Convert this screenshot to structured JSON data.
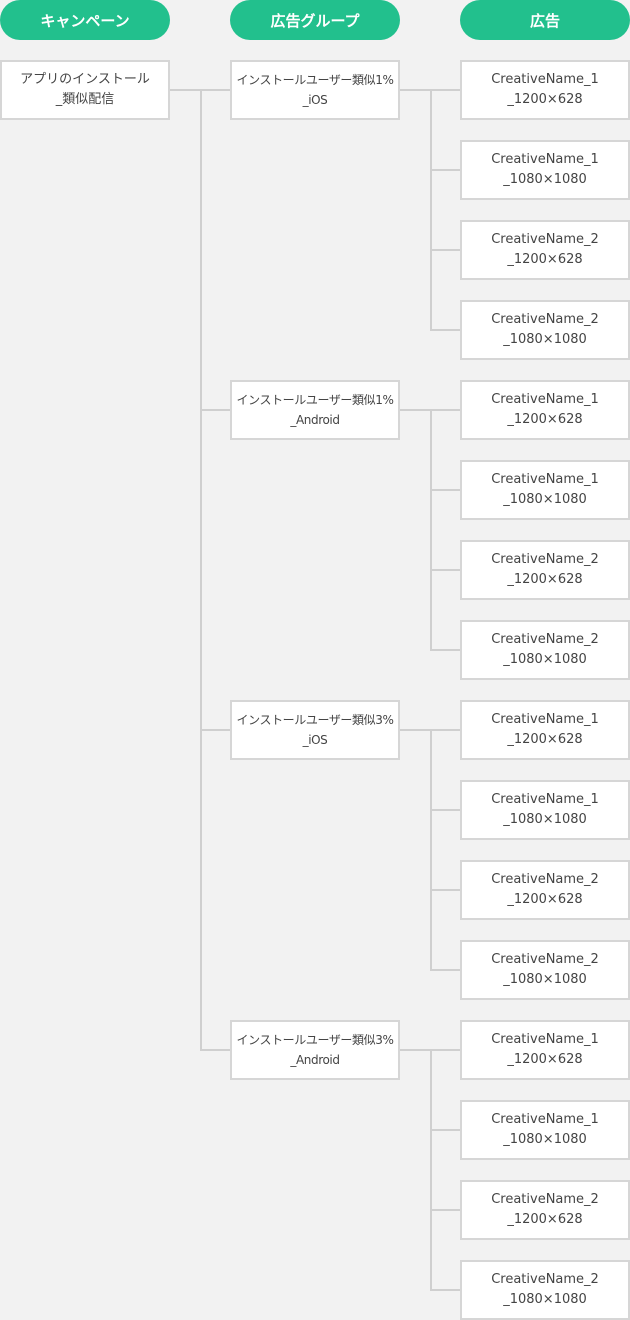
{
  "headers": {
    "campaign": "キャンペーン",
    "ad_group": "広告グループ",
    "ad": "広告"
  },
  "campaign": {
    "line1": "アプリのインストール",
    "line2": "_類似配信"
  },
  "ad_groups": [
    {
      "line1": "インストールユーザー類似1%",
      "line2": "_iOS",
      "ads": [
        {
          "line1": "CreativeName_1",
          "line2": "_1200×628"
        },
        {
          "line1": "CreativeName_1",
          "line2": "_1080×1080"
        },
        {
          "line1": "CreativeName_2",
          "line2": "_1200×628"
        },
        {
          "line1": "CreativeName_2",
          "line2": "_1080×1080"
        }
      ]
    },
    {
      "line1": "インストールユーザー類似1%",
      "line2": "_Android",
      "ads": [
        {
          "line1": "CreativeName_1",
          "line2": "_1200×628"
        },
        {
          "line1": "CreativeName_1",
          "line2": "_1080×1080"
        },
        {
          "line1": "CreativeName_2",
          "line2": "_1200×628"
        },
        {
          "line1": "CreativeName_2",
          "line2": "_1080×1080"
        }
      ]
    },
    {
      "line1": "インストールユーザー類似3%",
      "line2": "_iOS",
      "ads": [
        {
          "line1": "CreativeName_1",
          "line2": "_1200×628"
        },
        {
          "line1": "CreativeName_1",
          "line2": "_1080×1080"
        },
        {
          "line1": "CreativeName_2",
          "line2": "_1200×628"
        },
        {
          "line1": "CreativeName_2",
          "line2": "_1080×1080"
        }
      ]
    },
    {
      "line1": "インストールユーザー類似3%",
      "line2": "_Android",
      "ads": [
        {
          "line1": "CreativeName_1",
          "line2": "_1200×628"
        },
        {
          "line1": "CreativeName_1",
          "line2": "_1080×1080"
        },
        {
          "line1": "CreativeName_2",
          "line2": "_1200×628"
        },
        {
          "line1": "CreativeName_2",
          "line2": "_1080×1080"
        }
      ]
    }
  ]
}
